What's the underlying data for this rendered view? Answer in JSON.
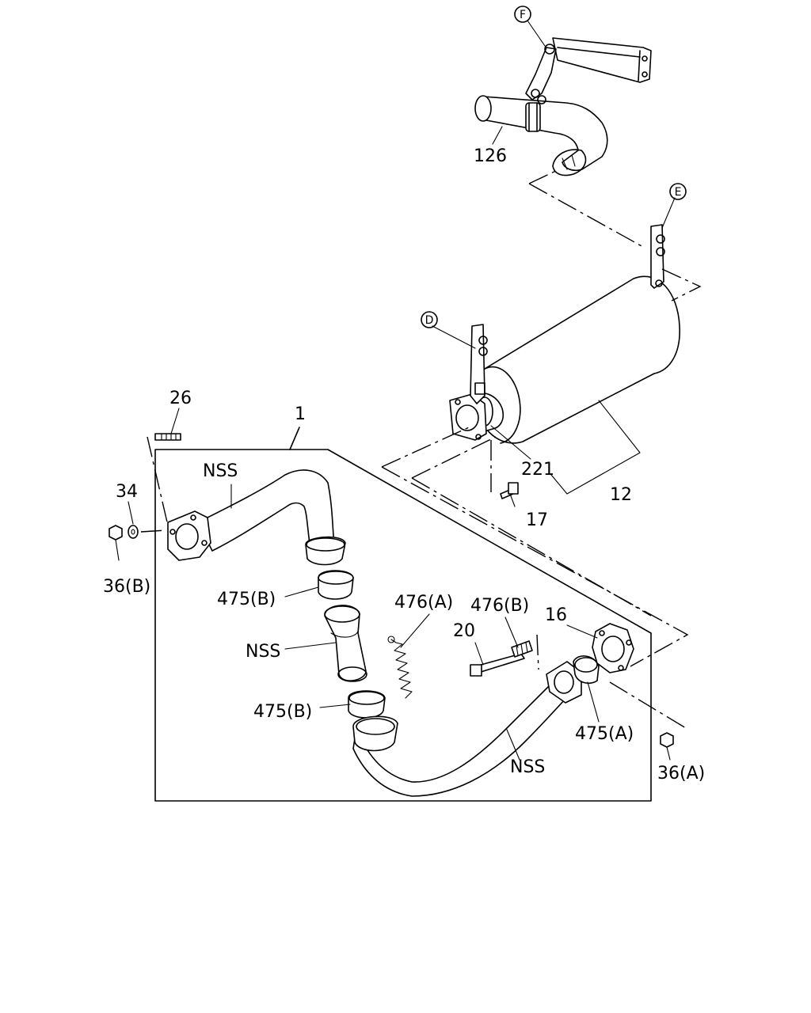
{
  "diagram": {
    "callouts": {
      "F": "F",
      "E": "E",
      "D": "D"
    },
    "labels": {
      "p126": "126",
      "p26": "26",
      "p1": "1",
      "p221": "221",
      "p12": "12",
      "p17": "17",
      "p34": "34",
      "p36b": "36(B)",
      "nss1": "NSS",
      "nss2": "NSS",
      "nss3": "NSS",
      "p475b1": "475(B)",
      "p475b2": "475(B)",
      "p476a": "476(A)",
      "p476b": "476(B)",
      "p20": "20",
      "p16": "16",
      "p475a": "475(A)",
      "p36a": "36(A)"
    }
  }
}
